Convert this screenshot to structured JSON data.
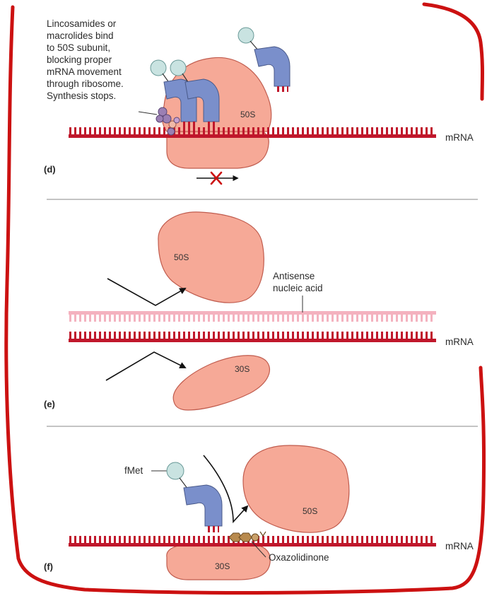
{
  "panel_d": {
    "label": "(d)",
    "caption_lines": [
      "Lincosamides or",
      "macrolides bind",
      "to 50S subunit,",
      "blocking proper",
      "mRNA movement",
      "through ribosome.",
      "Synthesis stops."
    ],
    "subunit_large": "50S",
    "mrna": "mRNA"
  },
  "panel_e": {
    "label": "(e)",
    "subunit_large": "50S",
    "subunit_small": "30S",
    "antisense_lines": [
      "Antisense",
      "nucleic acid"
    ],
    "mrna": "mRNA"
  },
  "panel_f": {
    "label": "(f)",
    "fmet": "fMet",
    "subunit_large": "50S",
    "subunit_small": "30S",
    "drug": "Oxazolidinone",
    "mrna": "mRNA"
  },
  "colors": {
    "frame_red": "#cc1111",
    "mrna_red": "#c0172b",
    "antisense_pink": "#f4b2bf",
    "ribosome": "#f6a997",
    "ribosome_edge": "#c05c4e",
    "trna_blue": "#7a8fcb",
    "amino_acid": "#c9e3e1",
    "drug_purple": "#9b7fb3",
    "oxazolidinone_tan": "#b88a4e"
  }
}
